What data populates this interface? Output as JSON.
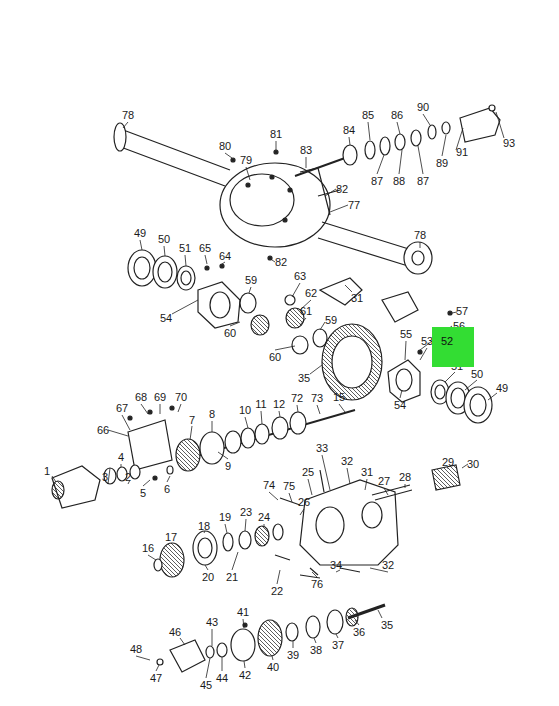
{
  "diagram": {
    "nodes": [
      {
        "text": [
          "52"
        ]
      }
    ],
    "labels": [
      "78",
      "80",
      "81",
      "79",
      "83",
      "84",
      "85",
      "86",
      "90",
      "93",
      "87",
      "88",
      "87",
      "89",
      "91",
      "82",
      "77",
      "82",
      "78",
      "49",
      "50",
      "51",
      "65",
      "64",
      "59",
      "63",
      "62",
      "61",
      "54",
      "60",
      "59",
      "31",
      "57",
      "56",
      "55",
      "53",
      "51",
      "50",
      "49",
      "60",
      "35",
      "54",
      "67",
      "68",
      "69",
      "70",
      "8",
      "10",
      "11",
      "12",
      "72",
      "73",
      "15",
      "66",
      "7",
      "9",
      "1",
      "4",
      "3",
      "2",
      "5",
      "6",
      "33",
      "25",
      "32",
      "74",
      "75",
      "26",
      "31",
      "27",
      "28",
      "29",
      "30",
      "24",
      "23",
      "19",
      "18",
      "17",
      "16",
      "20",
      "21",
      "22",
      "76",
      "34",
      "32",
      "41",
      "46",
      "43",
      "48",
      "47",
      "45",
      "44",
      "42",
      "40",
      "39",
      "38",
      "37",
      "36",
      "35"
    ]
  }
}
